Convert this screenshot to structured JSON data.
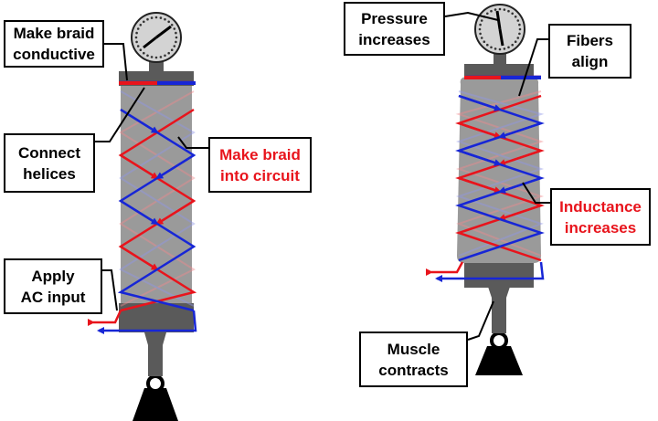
{
  "labels": {
    "make_braid_conductive": "Make braid\nconductive",
    "connect_helices": "Connect\nhelices",
    "make_braid_into_circuit": "Make braid\ninto circuit",
    "apply_ac_input": "Apply\nAC input",
    "pressure_increases": "Pressure\nincreases",
    "fibers_align": "Fibers\nalign",
    "inductance_increases": "Inductance\nincreases",
    "muscle_contracts": "Muscle\ncontracts"
  },
  "colors": {
    "braid_gray": "#9a9a9a",
    "cap_gray": "#5a5a5a",
    "helix_red": "#e8141c",
    "helix_blue": "#1726d6",
    "label_red": "#e8141c",
    "weight_black": "#000000"
  }
}
